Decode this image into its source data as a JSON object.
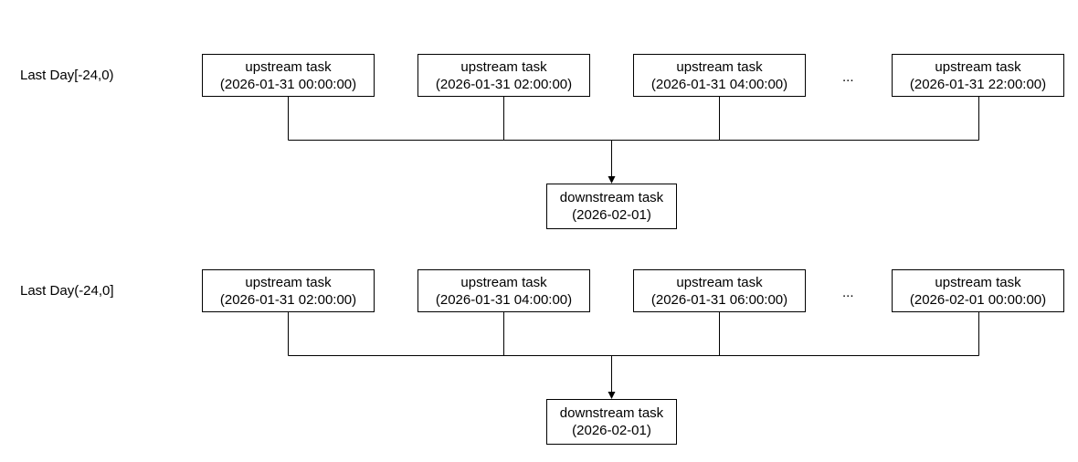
{
  "rows": [
    {
      "label": "Last Day[-24,0)",
      "upstream": [
        {
          "title": "upstream task",
          "time": "(2026-01-31 00:00:00)"
        },
        {
          "title": "upstream task",
          "time": "(2026-01-31 02:00:00)"
        },
        {
          "title": "upstream task",
          "time": "(2026-01-31 04:00:00)"
        },
        {
          "title": "upstream task",
          "time": "(2026-01-31 22:00:00)"
        }
      ],
      "ellipsis": "...",
      "downstream": {
        "title": "downstream task",
        "time": "(2026-02-01)"
      }
    },
    {
      "label": "Last Day(-24,0]",
      "upstream": [
        {
          "title": "upstream task",
          "time": "(2026-01-31 02:00:00)"
        },
        {
          "title": "upstream task",
          "time": "(2026-01-31 04:00:00)"
        },
        {
          "title": "upstream task",
          "time": "(2026-01-31 06:00:00)"
        },
        {
          "title": "upstream task",
          "time": "(2026-02-01 00:00:00)"
        }
      ],
      "ellipsis": "...",
      "downstream": {
        "title": "downstream task",
        "time": "(2026-02-01)"
      }
    }
  ],
  "colors": {
    "border": "#000000",
    "line": "#000000",
    "background": "#ffffff"
  }
}
